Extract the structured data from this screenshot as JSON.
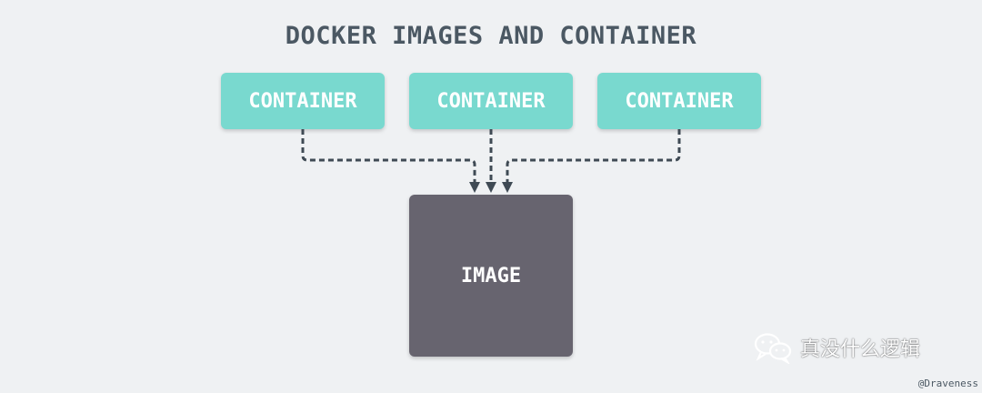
{
  "title": "DOCKER IMAGES AND CONTAINER",
  "containers": [
    {
      "label": "CONTAINER"
    },
    {
      "label": "CONTAINER"
    },
    {
      "label": "CONTAINER"
    }
  ],
  "image": {
    "label": "IMAGE"
  },
  "watermark": {
    "text": "真没什么逻辑",
    "icon": "wechat-icon"
  },
  "credit": "@Draveness",
  "colors": {
    "background": "#eff1f3",
    "container": "#79d9cf",
    "image": "#67646f",
    "arrow": "#3f4a54",
    "title": "#4b5863"
  }
}
